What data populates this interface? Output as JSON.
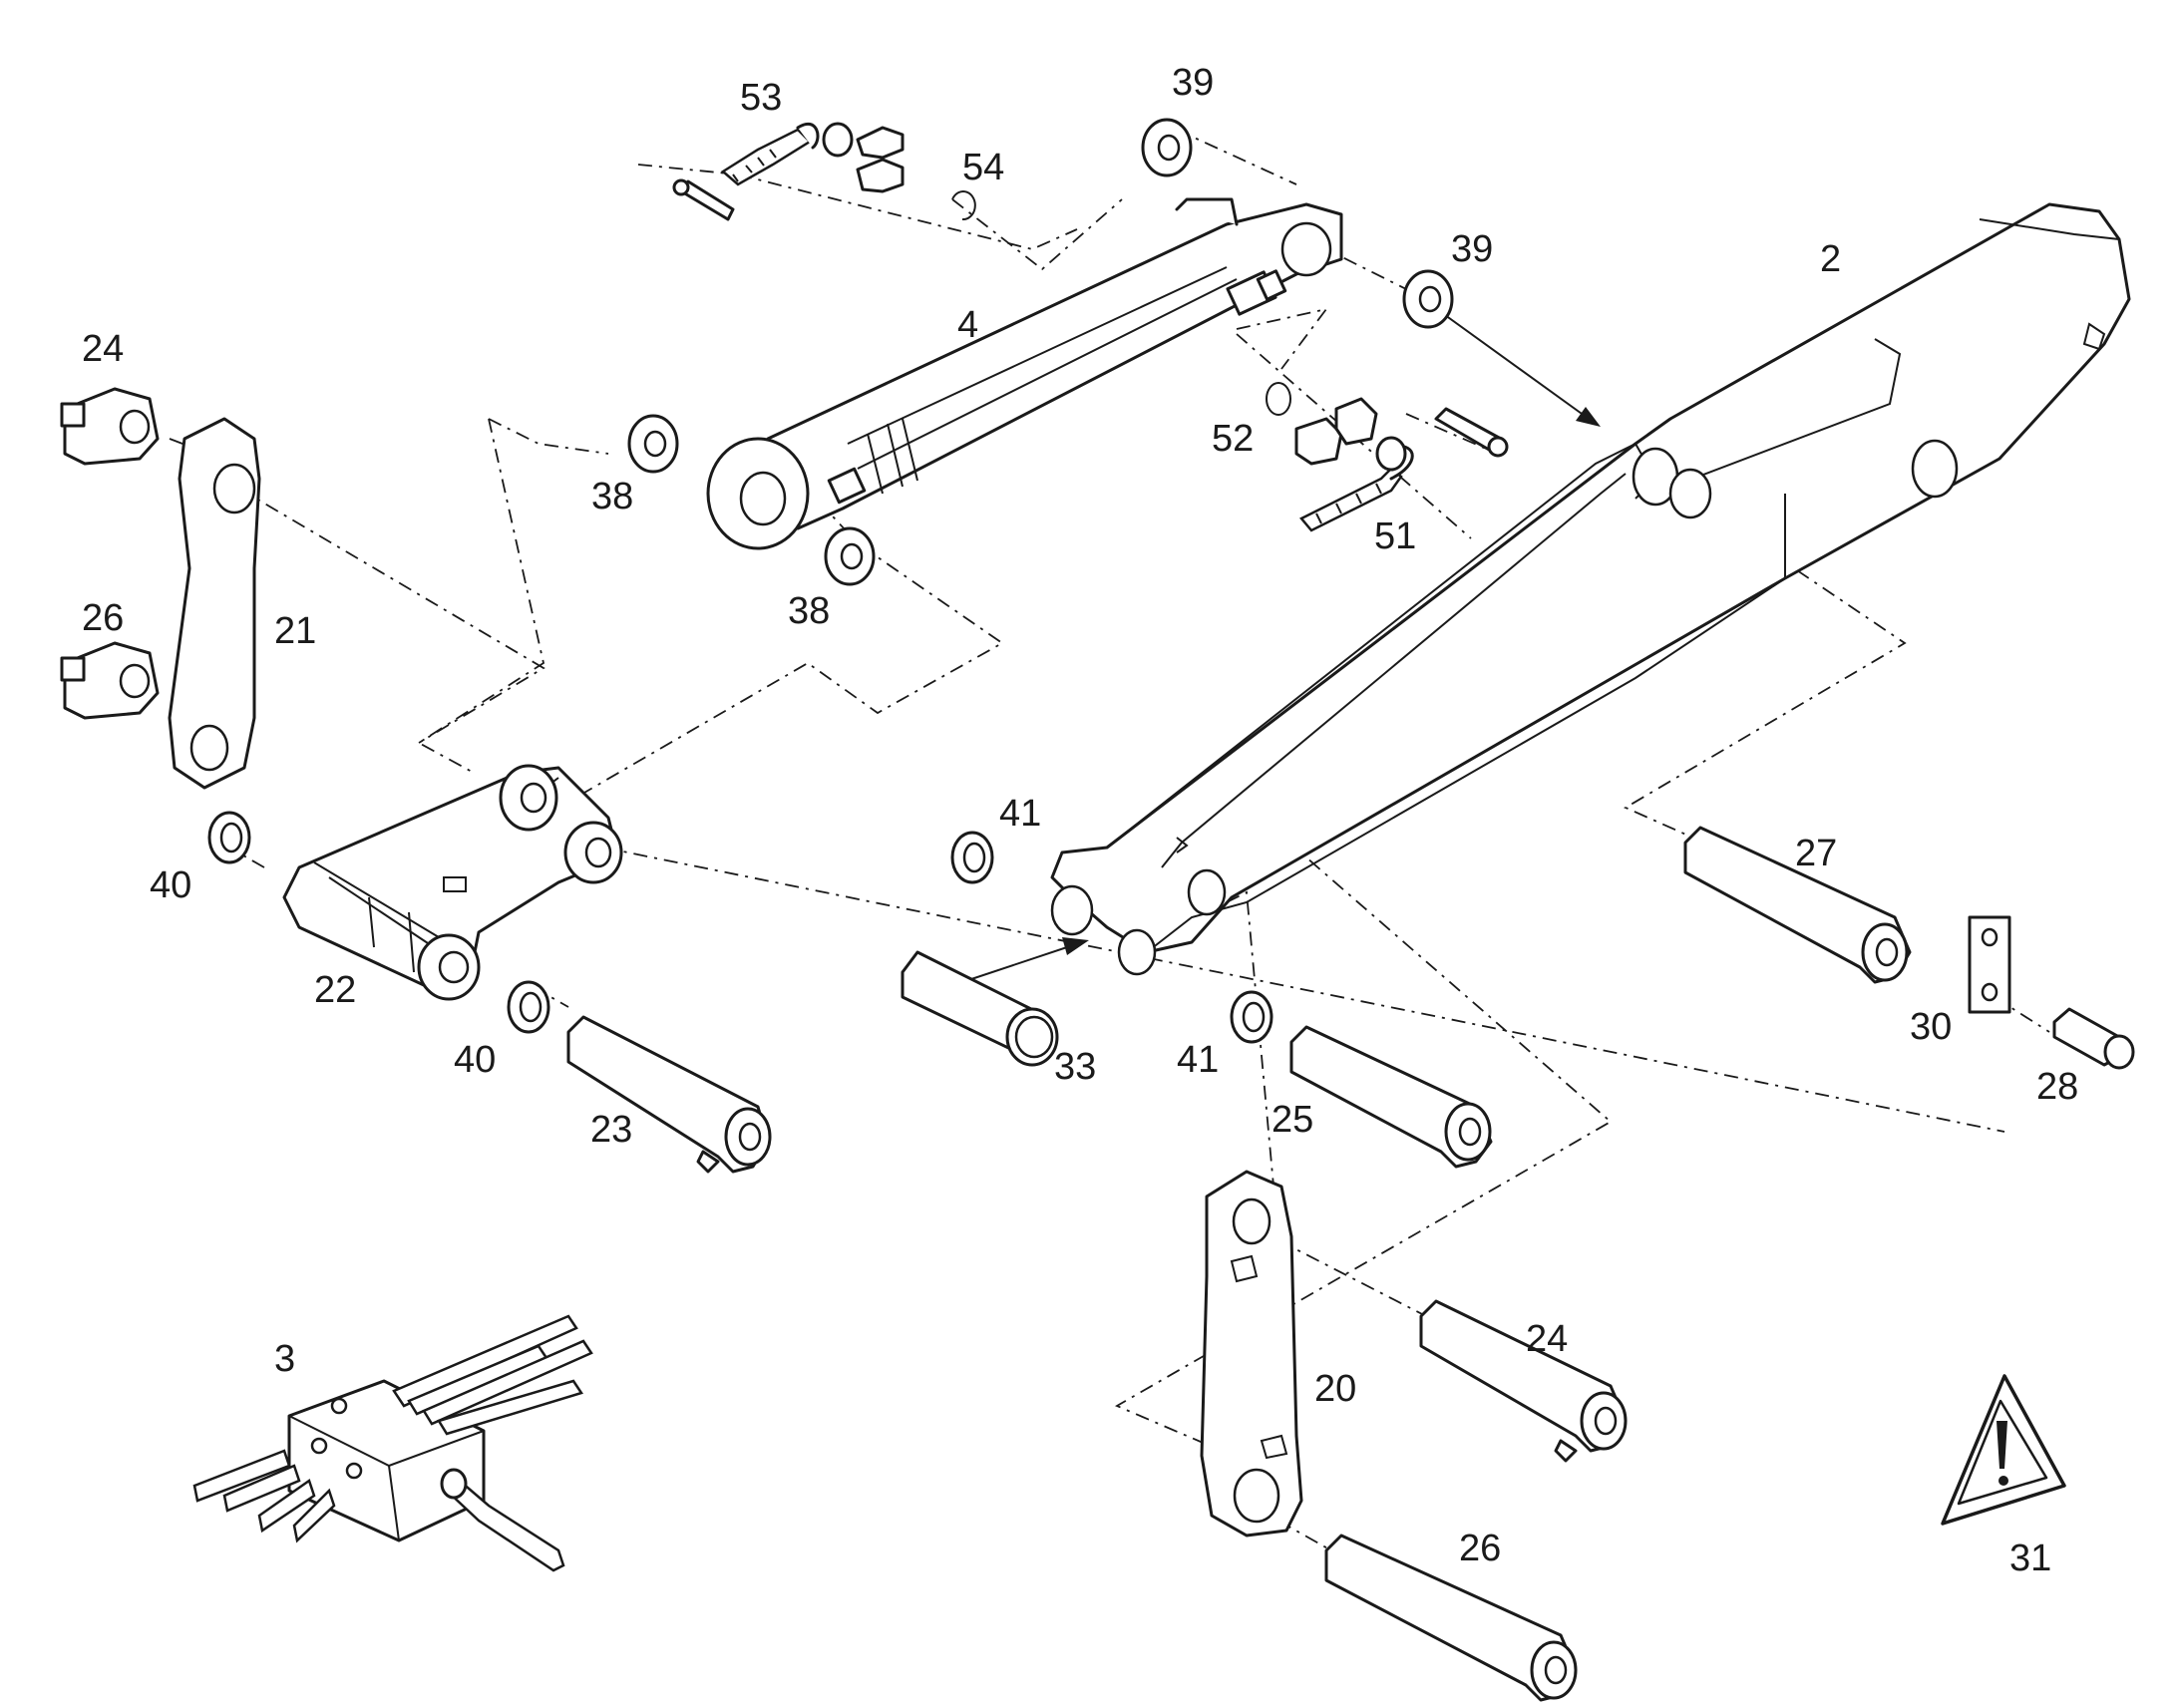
{
  "callouts": [
    {
      "id": "c53",
      "text": "53"
    },
    {
      "id": "c39a",
      "text": "39"
    },
    {
      "id": "c54",
      "text": "54"
    },
    {
      "id": "c39b",
      "text": "39"
    },
    {
      "id": "c2",
      "text": "2"
    },
    {
      "id": "c4",
      "text": "4"
    },
    {
      "id": "c24a",
      "text": "24"
    },
    {
      "id": "c52",
      "text": "52"
    },
    {
      "id": "c38a",
      "text": "38"
    },
    {
      "id": "c51",
      "text": "51"
    },
    {
      "id": "c38b",
      "text": "38"
    },
    {
      "id": "c26a",
      "text": "26"
    },
    {
      "id": "c21",
      "text": "21"
    },
    {
      "id": "c41a",
      "text": "41"
    },
    {
      "id": "c27",
      "text": "27"
    },
    {
      "id": "c40a",
      "text": "40"
    },
    {
      "id": "c22",
      "text": "22"
    },
    {
      "id": "c30",
      "text": "30"
    },
    {
      "id": "c40b",
      "text": "40"
    },
    {
      "id": "c33",
      "text": "33"
    },
    {
      "id": "c41b",
      "text": "41"
    },
    {
      "id": "c28",
      "text": "28"
    },
    {
      "id": "c23",
      "text": "23"
    },
    {
      "id": "c25",
      "text": "25"
    },
    {
      "id": "c24b",
      "text": "24"
    },
    {
      "id": "c3",
      "text": "3"
    },
    {
      "id": "c20",
      "text": "20"
    },
    {
      "id": "c26b",
      "text": "26"
    },
    {
      "id": "c31",
      "text": "31"
    }
  ],
  "icons": {
    "warning": "warning-triangle-icon"
  }
}
